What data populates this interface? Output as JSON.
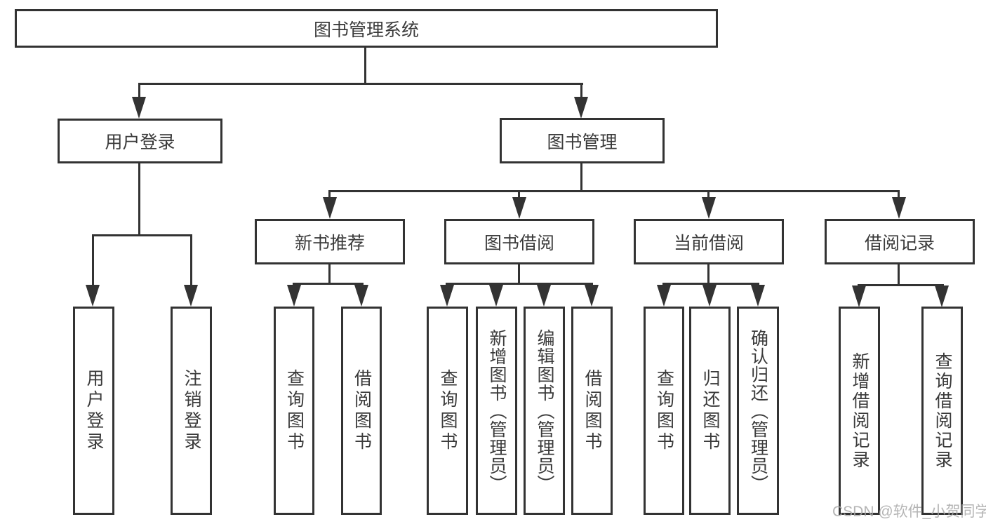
{
  "diagram": {
    "type": "tree",
    "background_color": "#ffffff",
    "line_color": "#333333",
    "text_color": "#3a3a3a",
    "watermark": {
      "text": "CSDN @软件_小贺同学",
      "color": "#a8a8a8"
    },
    "tree": {
      "root": {
        "label": "图书管理系统"
      },
      "children": [
        {
          "label": "用户登录",
          "children": [
            {
              "label": "用户登录"
            },
            {
              "label": "注销登录"
            }
          ]
        },
        {
          "label": "图书管理",
          "children": [
            {
              "label": "新书推荐",
              "children": [
                {
                  "label": "查询图书"
                },
                {
                  "label": "借阅图书"
                }
              ]
            },
            {
              "label": "图书借阅",
              "children": [
                {
                  "label": "查询图书"
                },
                {
                  "label": "新增图书（管理员）"
                },
                {
                  "label": "编辑图书（管理员）"
                },
                {
                  "label": "借阅图书"
                }
              ]
            },
            {
              "label": "当前借阅",
              "children": [
                {
                  "label": "查询图书"
                },
                {
                  "label": "归还图书"
                },
                {
                  "label": "确认归还（管理员）"
                }
              ]
            },
            {
              "label": "借阅记录",
              "children": [
                {
                  "label": "新增借阅记录"
                },
                {
                  "label": "查询借阅记录"
                }
              ]
            }
          ]
        }
      ]
    }
  }
}
